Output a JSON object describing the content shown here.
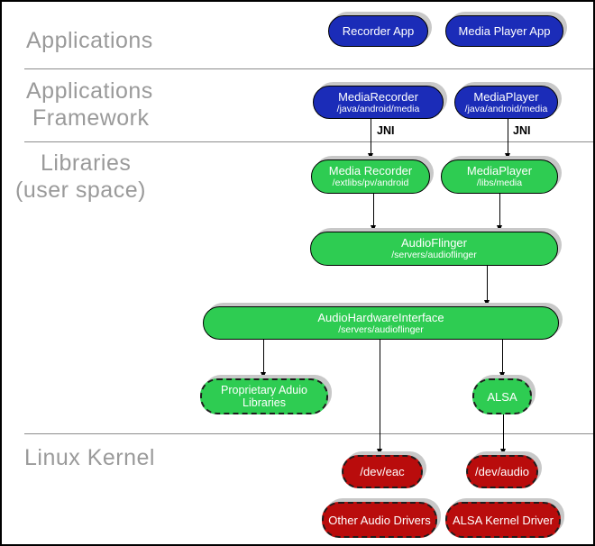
{
  "layers": {
    "applications": {
      "label": "Applications"
    },
    "framework": {
      "line1": "Applications",
      "line2": "Framework"
    },
    "libraries": {
      "line1": "Libraries",
      "line2": "(user space)"
    },
    "kernel": {
      "label": "Linux Kernel"
    }
  },
  "jni_label": "JNI",
  "nodes": {
    "recorder_app": {
      "title": "Recorder App"
    },
    "media_player_app": {
      "title": "Media Player App"
    },
    "media_recorder_fw": {
      "title": "MediaRecorder",
      "subtitle": "/java/android/media"
    },
    "media_player_fw": {
      "title": "MediaPlayer",
      "subtitle": "/java/android/media"
    },
    "media_recorder_lib": {
      "title": "Media Recorder",
      "subtitle": "/extlibs/pv/android"
    },
    "media_player_lib": {
      "title": "MediaPlayer",
      "subtitle": "/libs/media"
    },
    "audioflinger": {
      "title": "AudioFlinger",
      "subtitle": "/servers/audioflinger"
    },
    "audio_hw_interface": {
      "title": "AudioHardwareInterface",
      "subtitle": "/servers/audioflinger"
    },
    "proprietary_audio_libs": {
      "title": "Proprietary Aduio",
      "title2": "Libraries"
    },
    "alsa": {
      "title": "ALSA"
    },
    "dev_eac": {
      "title": "/dev/eac"
    },
    "dev_audio": {
      "title": "/dev/audio"
    },
    "other_audio_drivers": {
      "title": "Other Audio Drivers"
    },
    "alsa_kernel_driver": {
      "title": "ALSA Kernel Driver"
    }
  },
  "colors": {
    "app_blue": "#1b2cb8",
    "lib_green": "#2ecc52",
    "kernel_red": "#b90c0c",
    "section_label_gray": "#9a9a9a",
    "shadow_gray": "#c8c8c8",
    "connector_black": "#000000"
  }
}
